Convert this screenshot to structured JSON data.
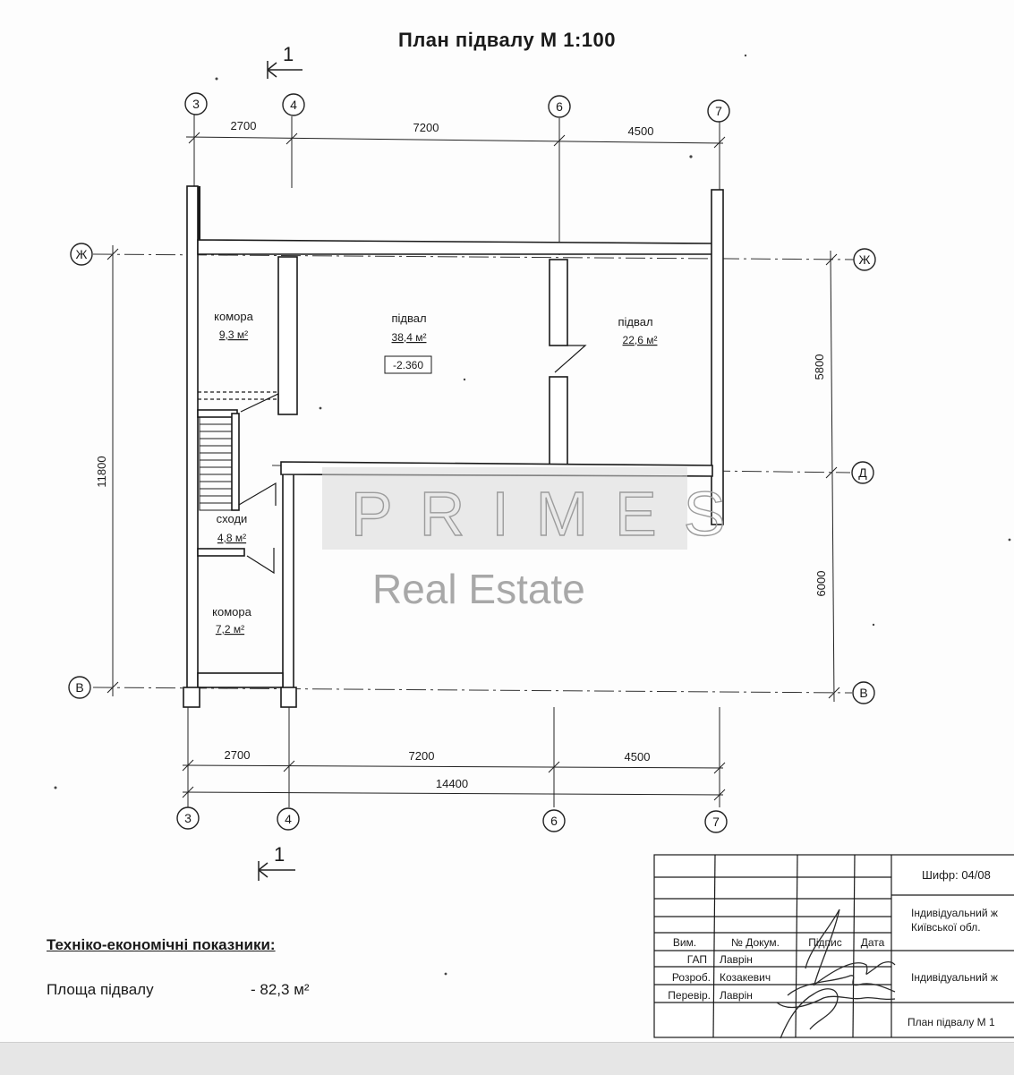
{
  "title": "План підвалу  М 1:100",
  "section_mark": "1",
  "axes": {
    "columns": [
      "3",
      "4",
      "6",
      "7"
    ],
    "rows": [
      "Ж",
      "Д",
      "В"
    ]
  },
  "dimensions": {
    "top": [
      "2700",
      "7200",
      "4500"
    ],
    "bottom": [
      "2700",
      "7200",
      "4500"
    ],
    "total": "14400",
    "left_total": "11800",
    "right": [
      "5800",
      "6000"
    ]
  },
  "rooms": [
    {
      "name": "комора",
      "area": "9,3 м²"
    },
    {
      "name": "підвал",
      "area": "38,4 м²"
    },
    {
      "name": "підвал",
      "area": "22,6 м²"
    },
    {
      "name": "сходи",
      "area": "4,8 м²"
    },
    {
      "name": "комора",
      "area": "7,2 м²"
    }
  ],
  "level_mark": "-2.360",
  "watermark": {
    "line1": "PRIMES",
    "line2": "Real Estate"
  },
  "tech_indicators": {
    "heading": "Техніко-економічні показники:",
    "area_label": "Площа підвалу",
    "area_value": "-  82,3 м²"
  },
  "title_block": {
    "code": "Шифр: 04/08",
    "project_line1": "Індивідуальний ж",
    "project_line2": "Київської обл.",
    "project_name": "Індивідуальний ж",
    "sheet_name": "План підвалу   М 1",
    "header": [
      "Вим.",
      "№ Докум.",
      "Підпис",
      "Дата"
    ],
    "roles": [
      {
        "role": "ГАП",
        "name": "Лаврін"
      },
      {
        "role": "Розроб.",
        "name": "Козакевич"
      },
      {
        "role": "Перевір.",
        "name": "Лаврін"
      }
    ]
  }
}
